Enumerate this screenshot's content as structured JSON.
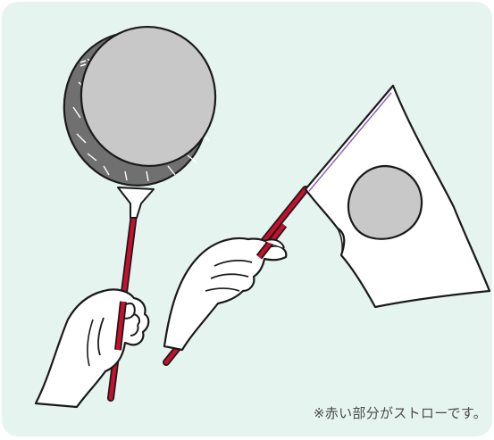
{
  "caption": "※赤い部分がストローです。",
  "colors": {
    "background": "#e6f4ef",
    "straw": "#c8102e",
    "gray_fill": "#c8c8c8",
    "balloon_band": "#707070",
    "outline": "#1a1a1a",
    "hand_fill": "#ffffff"
  },
  "illustrations": {
    "left": "balloon-on-straw-held-in-hand",
    "right": "flag-with-circle-on-straw-held-in-hand"
  }
}
